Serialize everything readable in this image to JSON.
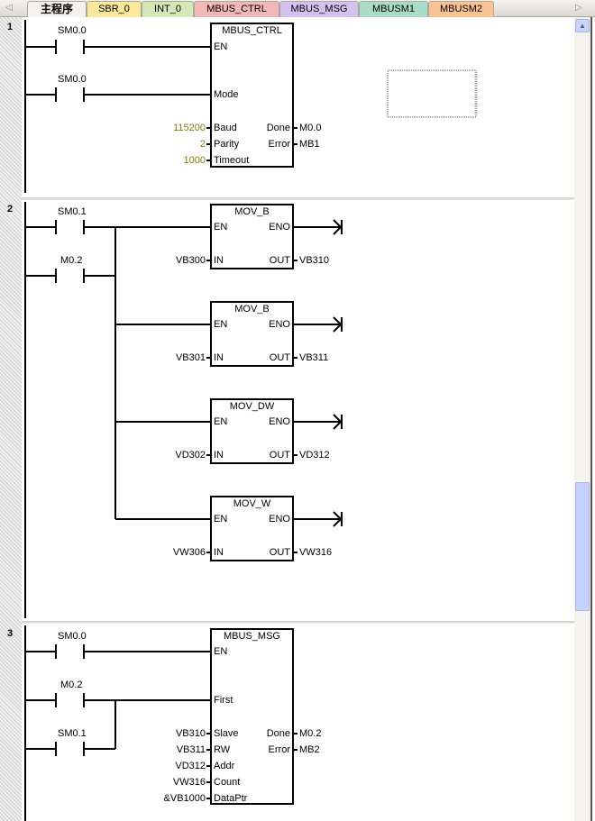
{
  "tabs": [
    {
      "label": "主程序",
      "color": "#f4f3ee",
      "active": true
    },
    {
      "label": "SBR_0",
      "color": "#fbe89a"
    },
    {
      "label": "INT_0",
      "color": "#d3e8b6"
    },
    {
      "label": "MBUS_CTRL",
      "color": "#f2b7b7"
    },
    {
      "label": "MBUS_MSG",
      "color": "#d6c0f0"
    },
    {
      "label": "MBUSM1",
      "color": "#a8dcc8"
    },
    {
      "label": "MBUSM2",
      "color": "#f9c393"
    }
  ],
  "networks": [
    {
      "number": "1",
      "contacts": [
        "SM0.0",
        "SM0.0"
      ],
      "block": {
        "title": "MBUS_CTRL",
        "inputs": [
          "EN",
          "Mode",
          "Baud",
          "Parity",
          "Timeout"
        ],
        "outputs": [
          "Done",
          "Error"
        ],
        "in_values": [
          "115200",
          "2",
          "1000"
        ],
        "out_values": [
          "M0.0",
          "MB1"
        ]
      }
    },
    {
      "number": "2",
      "contacts": [
        "SM0.1",
        "M0.2"
      ],
      "blocks": [
        {
          "title": "MOV_B",
          "en": "EN",
          "eno": "ENO",
          "in": "IN",
          "out": "OUT",
          "in_value": "VB300",
          "out_value": "VB310"
        },
        {
          "title": "MOV_B",
          "en": "EN",
          "eno": "ENO",
          "in": "IN",
          "out": "OUT",
          "in_value": "VB301",
          "out_value": "VB311"
        },
        {
          "title": "MOV_DW",
          "en": "EN",
          "eno": "ENO",
          "in": "IN",
          "out": "OUT",
          "in_value": "VD302",
          "out_value": "VD312"
        },
        {
          "title": "MOV_W",
          "en": "EN",
          "eno": "ENO",
          "in": "IN",
          "out": "OUT",
          "in_value": "VW306",
          "out_value": "VW316"
        }
      ]
    },
    {
      "number": "3",
      "contacts": [
        "SM0.0",
        "M0.2",
        "SM0.1"
      ],
      "block": {
        "title": "MBUS_MSG",
        "inputs": [
          "EN",
          "First",
          "Slave",
          "RW",
          "Addr",
          "Count",
          "DataPtr"
        ],
        "outputs": [
          "Done",
          "Error"
        ],
        "in_values": [
          "VB310",
          "VB311",
          "VD312",
          "VW316",
          "&VB1000"
        ],
        "out_values": [
          "M0.2",
          "MB2"
        ]
      }
    }
  ]
}
